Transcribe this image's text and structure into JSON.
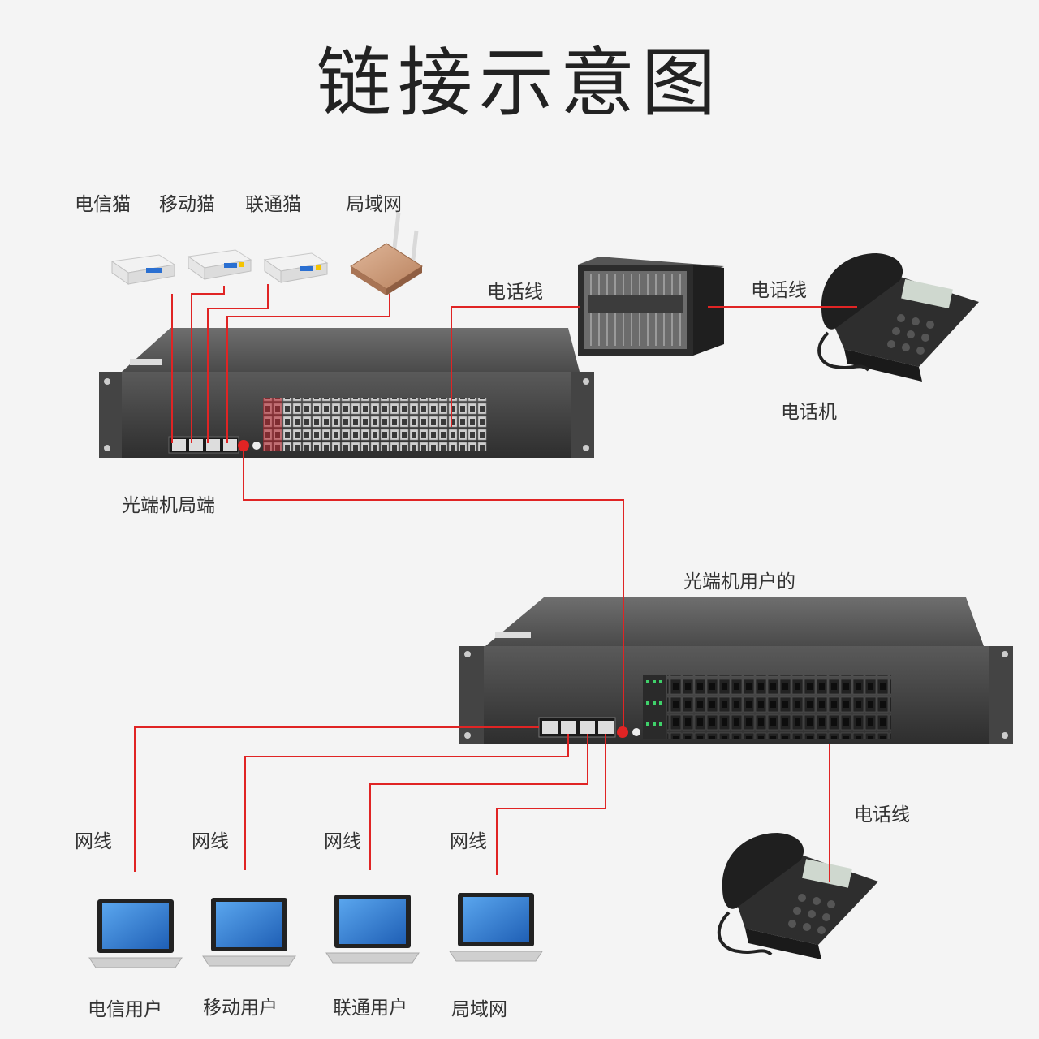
{
  "title": "链接示意图",
  "top_labels": {
    "telecom_modem": "电信猫",
    "mobile_modem": "移动猫",
    "unicom_modem": "联通猫",
    "lan": "局域网"
  },
  "phone_line_1": "电话线",
  "phone_line_2": "电话线",
  "phone_line_3": "电话线",
  "telephone": "电话机",
  "central_unit": "光端机局端",
  "user_unit": "光端机用户的",
  "net_cables": [
    "网线",
    "网线",
    "网线",
    "网线"
  ],
  "bottom_labels": [
    "电信用户",
    "移动用户",
    "联通用户",
    "局域网"
  ],
  "colors": {
    "cable": "#e02424",
    "device": "#3b3b3b",
    "screen": "#2f7fd6"
  }
}
